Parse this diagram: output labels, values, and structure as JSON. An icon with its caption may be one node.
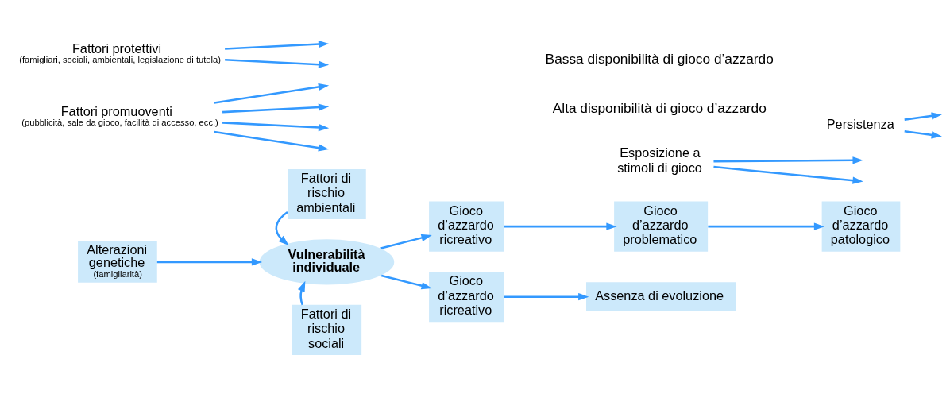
{
  "diagram": {
    "nodes": [
      {
        "text": [
          "Alterazioni genetiche",
          "(famigliarità)"
        ]
      },
      {
        "text": [
          "Fattori di rischio ambientali"
        ]
      },
      {
        "text": [
          "Vulnerabilità individuale"
        ]
      },
      {
        "text": [
          "Fattori di rischio sociali"
        ]
      },
      {
        "text": [
          "Gioco d’azzardo ricreativo"
        ]
      },
      {
        "text": [
          "Gioco d’azzardo problematico"
        ]
      },
      {
        "text": [
          "Gioco d’azzardo patologico"
        ]
      },
      {
        "text": [
          "Gioco d’azzardo ricreativo"
        ]
      },
      {
        "text": [
          "Assenza di evoluzione"
        ]
      },
      {
        "text": [
          "Esposizione a stimoli di gioco"
        ]
      },
      {
        "text": [
          "Persistenza"
        ]
      },
      {
        "text": [
          "Fattori promuoventi",
          "(pubblicità, sale da gioco, facilità di accesso, ecc.)"
        ]
      },
      {
        "text": [
          "Fattori protettivi",
          "(famigliari, sociali, ambientali, legislazione di tutela)"
        ]
      }
    ],
    "edges": [
      {
        "from": 0,
        "to": 2,
        "arrow": "to"
      },
      {
        "from": 1,
        "to": 2,
        "arrow": "to"
      },
      {
        "from": 3,
        "to": 2,
        "arrow": "to"
      },
      {
        "from": 2,
        "to": 4,
        "arrow": "to"
      },
      {
        "from": 2,
        "to": 7,
        "arrow": "to"
      },
      {
        "from": 4,
        "to": 5,
        "arrow": "to"
      },
      {
        "from": 5,
        "to": 6,
        "arrow": "to"
      },
      {
        "from": 7,
        "to": 8,
        "arrow": "to"
      },
      {
        "from": 9,
        "to": null,
        "arrow": "to"
      },
      {
        "from": 9,
        "to": null,
        "arrow": "to"
      },
      {
        "from": 10,
        "to": null,
        "arrow": "to"
      },
      {
        "from": 10,
        "to": null,
        "arrow": "to"
      },
      {
        "from": 11,
        "to": null,
        "arrow": "to"
      },
      {
        "from": 11,
        "to": null,
        "arrow": "to"
      },
      {
        "from": 11,
        "to": null,
        "arrow": "to"
      },
      {
        "from": 11,
        "to": null,
        "arrow": "to"
      },
      {
        "from": 12,
        "to": null,
        "arrow": "to"
      },
      {
        "from": 12,
        "to": null,
        "arrow": "to"
      }
    ],
    "labels": [
      "Alta disponibilità di gioco d’azzardo",
      "Bassa disponibilità di gioco d’azzardo"
    ]
  }
}
